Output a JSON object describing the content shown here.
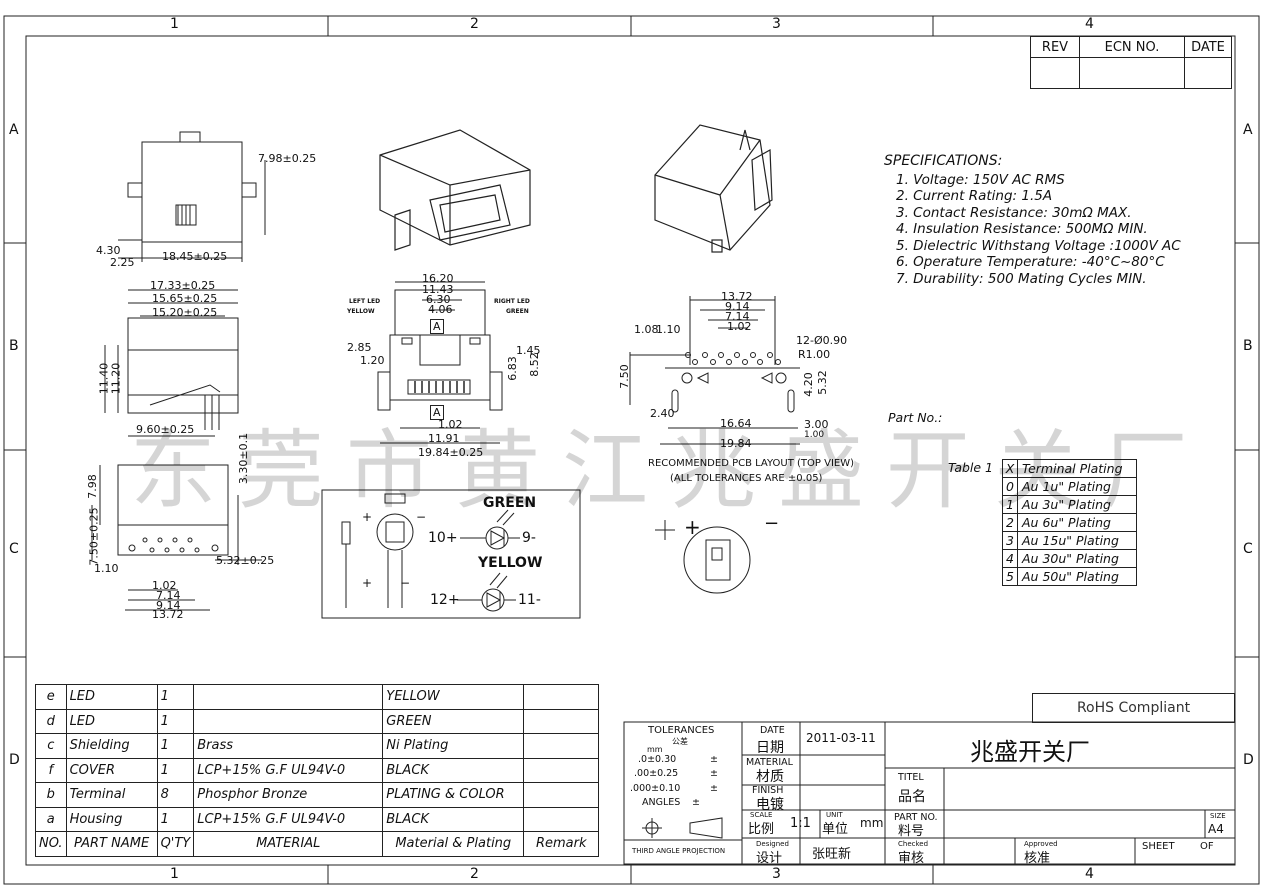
{
  "border": {
    "col_labels": [
      "1",
      "2",
      "3",
      "4"
    ],
    "row_labels": [
      "A",
      "B",
      "C",
      "D"
    ]
  },
  "revision": {
    "rev": "REV",
    "ecn": "ECN NO.",
    "date": "DATE"
  },
  "specifications": {
    "title": "SPECIFICATIONS:",
    "items": [
      "1. Voltage: 150V AC RMS",
      "2. Current Rating: 1.5A",
      "3. Contact Resistance: 30mΩ MAX.",
      "4. Insulation Resistance: 500MΩ MIN.",
      "5. Dielectric Withstang Voltage :1000V AC",
      "6. Operature Temperature: -40°C~80°C",
      "7. Durability: 500 Mating Cycles MIN."
    ]
  },
  "part_no_label": "Part No.:",
  "plating_table": {
    "label": "Table 1",
    "header": [
      "X",
      "Terminal Plating"
    ],
    "rows": [
      [
        "0",
        "Au 1u\" Plating"
      ],
      [
        "1",
        "Au 3u\" Plating"
      ],
      [
        "2",
        "Au 6u\" Plating"
      ],
      [
        "3",
        "Au 15u\" Plating"
      ],
      [
        "4",
        "Au 30u\" Plating"
      ],
      [
        "5",
        "Au 50u\" Plating"
      ]
    ]
  },
  "watermark": "东莞市黄江兆盛开关厂",
  "dimensions": {
    "front_top": "7.98±0.25",
    "front_w": "18.45±0.25",
    "front_h1": "4.30",
    "front_h2": "2.25",
    "side_w1": "17.33±0.25",
    "side_w2": "15.65±0.25",
    "side_w3": "15.20±0.25",
    "side_h1": "11.40",
    "side_h2": "11.20",
    "side_b": "9.60±0.25",
    "side_v": "3.30±0.1",
    "bot_h1": "7.98",
    "bot_h2": "7.50±0.25",
    "bot_h3": "1.10",
    "bot_r": "5.32±0.25",
    "bot_w1": "1.02",
    "bot_w2": "7.14",
    "bot_w3": "9.14",
    "bot_w4": "13.72",
    "ff_w1": "16.20",
    "ff_w2": "11.43",
    "ff_w3": "6.30",
    "ff_w4": "4.06",
    "ff_a": "A",
    "ff_left_led": "LEFT LED",
    "ff_yellow": "YELLOW",
    "ff_right_led": "RIGHT LED",
    "ff_green": "GREEN",
    "ff_h1": "2.85",
    "ff_h2": "1.20",
    "ff_h3": "1.45",
    "ff_h4": "6.83",
    "ff_h5": "8.52",
    "ff_b1": "1.02",
    "ff_b2": "11.91",
    "ff_b3": "19.84±0.25",
    "pcb_w1": "13.72",
    "pcb_w2": "9.14",
    "pcb_w3": "7.14",
    "pcb_w4": "1.02",
    "pcb_l1": "1.08",
    "pcb_l2": "1.10",
    "pcb_holes": "12-Ø0.90",
    "pcb_r": "R1.00",
    "pcb_h1": "7.50",
    "pcb_h2": "4.20",
    "pcb_h3": "5.32",
    "pcb_h4": "2.40",
    "pcb_h5": "3.00",
    "pcb_b1": "16.64",
    "pcb_b2": "19.84",
    "pcb_b3": "1.00",
    "pcb_caption1": "RECOMMENDED PCB LAYOUT (TOP VIEW)",
    "pcb_caption2": "(ALL TOLERANCES ARE ±0.05)"
  },
  "led_schematic": {
    "green": "GREEN",
    "yellow": "YELLOW",
    "g_plus": "10+",
    "g_minus": "9-",
    "y_plus": "12+",
    "y_minus": "11-",
    "plus": "+",
    "minus": "−"
  },
  "bom": {
    "rows": [
      [
        "e",
        "LED",
        "1",
        "",
        "YELLOW",
        ""
      ],
      [
        "d",
        "LED",
        "1",
        "",
        "GREEN",
        ""
      ],
      [
        "c",
        "Shielding",
        "1",
        "Brass",
        "Ni Plating",
        ""
      ],
      [
        "f",
        "COVER",
        "1",
        "LCP+15% G.F UL94V-0",
        "BLACK",
        ""
      ],
      [
        "b",
        "Terminal",
        "8",
        "Phosphor Bronze",
        "PLATING & COLOR",
        ""
      ],
      [
        "a",
        "Housing",
        "1",
        "LCP+15% G.F UL94V-0",
        "BLACK",
        ""
      ]
    ],
    "header": [
      "NO.",
      "PART NAME",
      "Q'TY",
      "MATERIAL",
      "Material & Plating",
      "Remark"
    ]
  },
  "rohs": "RoHS Compliant",
  "title_block": {
    "tolerances": "TOLERANCES",
    "tolerances_cn": "公差",
    "mm": "mm",
    "tol1": ".0±0.30",
    "tol2": ".00±0.25",
    "tol3": ".000±0.10",
    "pm": "±",
    "angles": "ANGLES",
    "projection": "THIRD ANGLE PROJECTION",
    "date_label": "DATE",
    "date_cn": "日期",
    "date_value": "2011-03-11",
    "material_label": "MATERIAL",
    "material_cn": "材质",
    "finish_label": "FINISH",
    "finish_cn": "电镀",
    "scale_label": "SCALE",
    "scale_cn": "比例",
    "scale_value": "1:1",
    "unit_label": "UNIT",
    "unit_cn": "单位",
    "unit_value": "mm",
    "designed_label": "Designed",
    "designed_cn": "设计",
    "designer": "张旺新",
    "checked_label": "Checked",
    "checked_cn": "审核",
    "approved_label": "Approved",
    "approved_cn": "核准",
    "company": "兆盛开关厂",
    "titel_label": "TITEL",
    "titel_cn": "品名",
    "partno_label": "PART NO.",
    "partno_cn": "料号",
    "size_label": "SIZE",
    "size_value": "A4",
    "sheet_label": "SHEET",
    "of_label": "OF"
  }
}
